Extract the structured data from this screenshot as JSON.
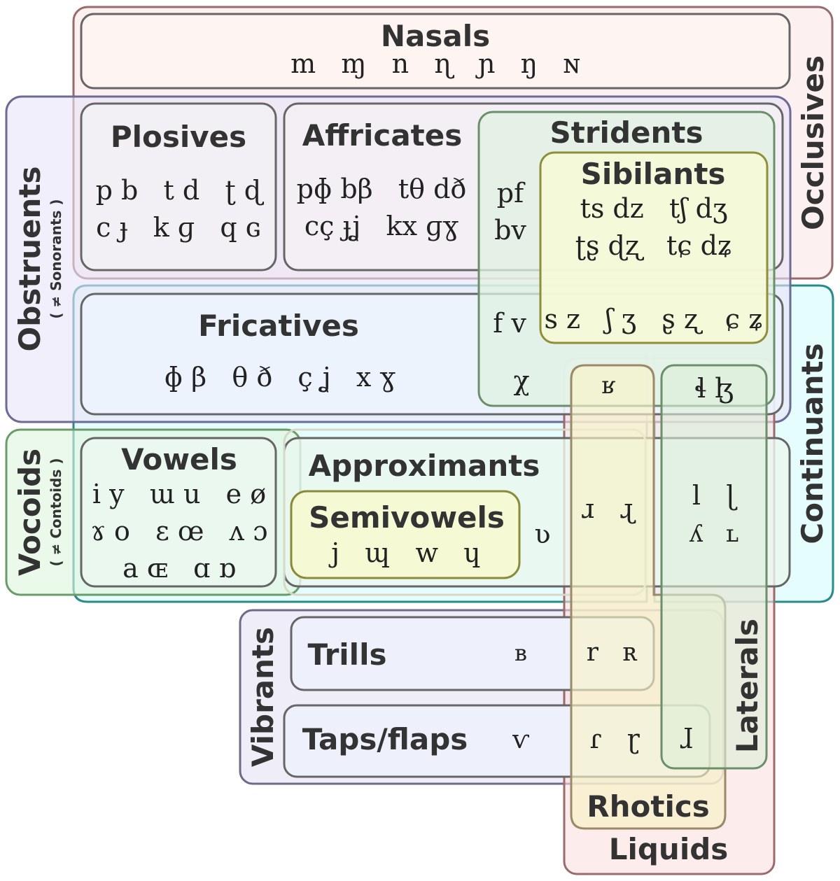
{
  "groups": {
    "occlusives": "Occlusives",
    "nasals": "Nasals",
    "obstruents": "Obstruents",
    "obstruents_note": "( ≠ Sonorants )",
    "plosives": "Plosives",
    "affricates": "Affricates",
    "stridents": "Stridents",
    "sibilants": "Sibilants",
    "fricatives": "Fricatives",
    "continuants": "Continuants",
    "vocoids": "Vocoids",
    "vocoids_note": "( ≠ Contoids )",
    "vowels": "Vowels",
    "approximants": "Approximants",
    "semivowels": "Semivowels",
    "vibrants": "Vibrants",
    "trills": "Trills",
    "taps_flaps": "Taps/flaps",
    "laterals": "Laterals",
    "rhotics": "Rhotics",
    "liquids": "Liquids"
  },
  "symbols": {
    "nasals": "m   ɱ   n   ɳ   ɲ   ŋ   ɴ",
    "plosives_1": "p b   t d   ʈ ɖ",
    "plosives_2": "c ɟ   k ɡ   q ɢ",
    "affricates_1": "pɸ bβ   tθ dð",
    "affricates_2": "cç ɟʝ   kx ɡɣ",
    "strident_affricates_1": "pf",
    "strident_affricates_2": "bv",
    "sibilant_affricates_1": "ts dz   tʃ dʒ",
    "sibilant_affricates_2": "ʈʂ ɖʐ   tɕ dʑ",
    "strident_fricatives": "f v",
    "sibilant_fricatives": "s z   ʃ ʒ   ʂ ʐ   ɕ ʑ",
    "uvular_fricative": "χ",
    "rhotic_fricative": "ʁ",
    "lateral_fricatives": "ɬ ɮ",
    "fricatives": "ɸ β   θ ð   ç ʝ   x ɣ",
    "vowels_1": "i y   ɯ u   e ø",
    "vowels_2": "ɤ o   ɛ œ   ʌ ɔ",
    "vowels_3": "a ɶ   ɑ ɒ",
    "semivowels": "j   ɰ   w   ɥ",
    "approximant_labiodental": "ʋ",
    "rhotic_approximants": "ɹ   ɻ",
    "lateral_approximants_1": "l   ɭ",
    "lateral_approximants_2": "ʎ   ʟ",
    "trill_bilabial": "ʙ",
    "rhotic_trills": "r   ʀ",
    "tap_labiodental": "ⱱ",
    "rhotic_taps": "ɾ   ɽ",
    "lateral_flap": "ɺ"
  }
}
